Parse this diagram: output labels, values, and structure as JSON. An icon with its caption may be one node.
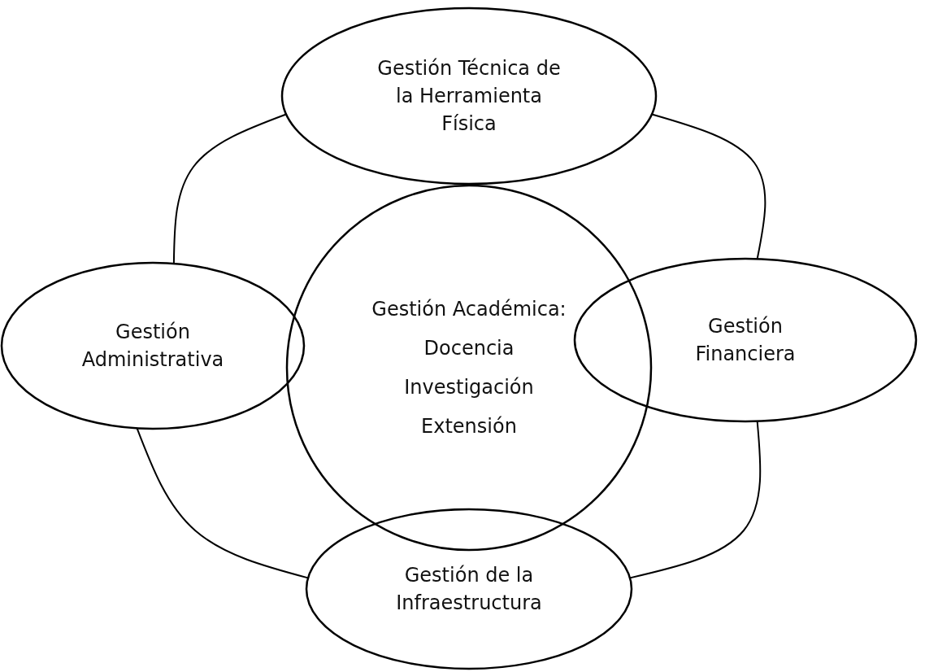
{
  "diagram": {
    "nodes": [
      {
        "text": [
          "Gestión Técnica de la Herramienta Física"
        ]
      },
      {
        "text": [
          "Gestión Administrativa"
        ]
      },
      {
        "text": [
          "Gestión Académica:",
          "Docencia",
          "Investigación",
          "Extensión"
        ]
      },
      {
        "text": [
          "Gestión Financiera"
        ]
      },
      {
        "text": [
          "Gestión de la Infraestructura"
        ]
      }
    ],
    "edges": [
      {
        "from": 0,
        "to": 1,
        "arrow": "none"
      },
      {
        "from": 0,
        "to": 3,
        "arrow": "none"
      },
      {
        "from": 1,
        "to": 4,
        "arrow": "none"
      },
      {
        "from": 3,
        "to": 4,
        "arrow": "none"
      }
    ]
  }
}
